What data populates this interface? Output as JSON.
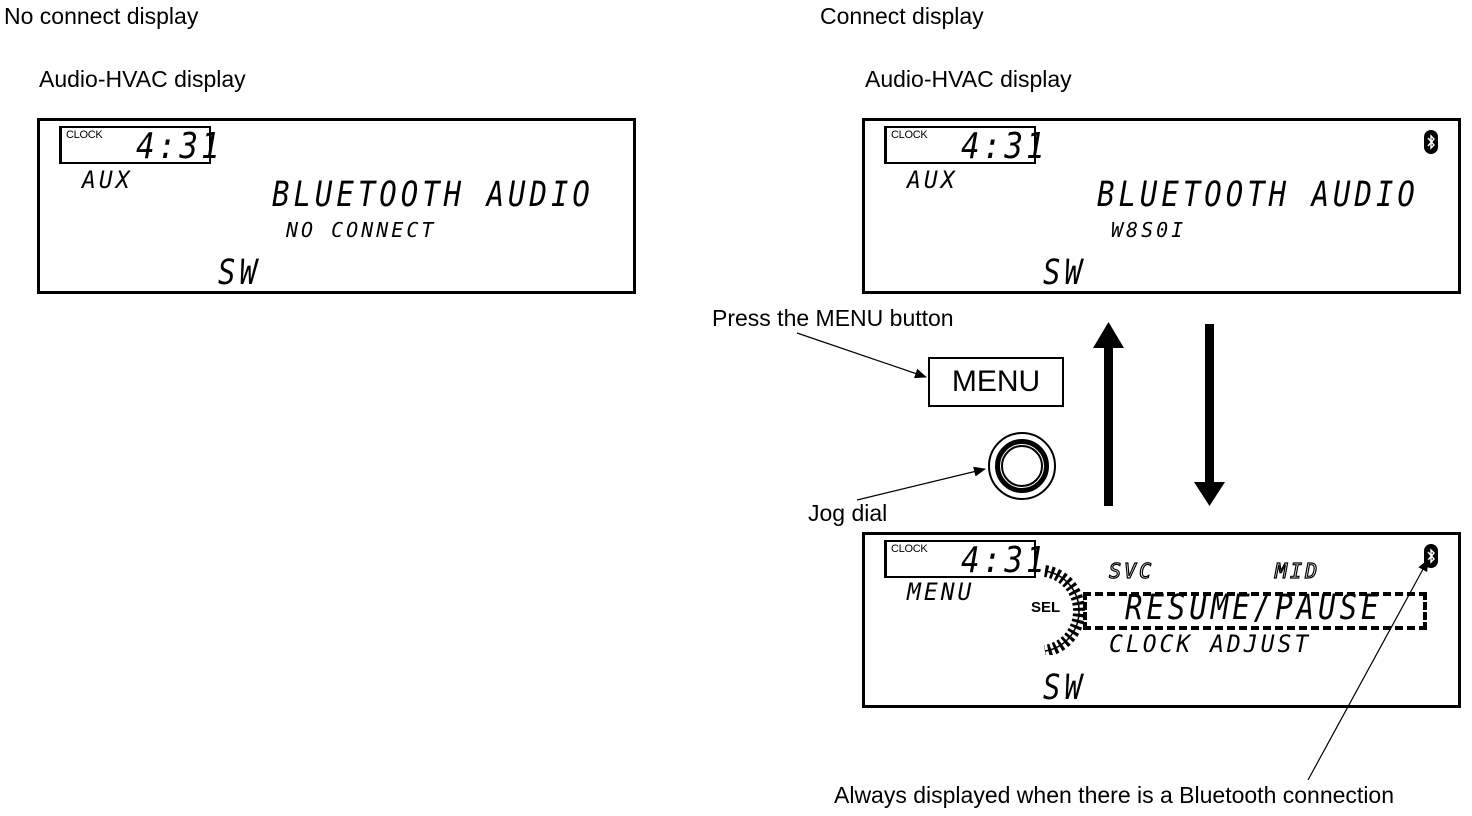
{
  "left": {
    "title": "No connect display",
    "subtitle": "Audio-HVAC display",
    "screen": {
      "clock_tag": "CLOCK",
      "clock_time": "4:31",
      "source": "AUX",
      "line1": "BLUETOOTH  AUDIO",
      "line2": "NO CONNECT",
      "footer": "SW"
    }
  },
  "right": {
    "title": "Connect display",
    "subtitle": "Audio-HVAC display",
    "screen_top": {
      "clock_tag": "CLOCK",
      "clock_time": "4:31",
      "source": "AUX",
      "line1": "BLUETOOTH  AUDIO",
      "line2": "W8S0I",
      "footer": "SW",
      "bluetooth_icon": "bluetooth-icon"
    },
    "screen_bottom": {
      "clock_tag": "CLOCK",
      "clock_time": "4:31",
      "mode": "MENU",
      "svc": "SVC",
      "mid": "MID",
      "sel": "SEL",
      "selected_item": "RESUME/PAUSE",
      "next_item": "CLOCK ADJUST",
      "footer": "SW",
      "bluetooth_icon": "bluetooth-icon"
    }
  },
  "callouts": {
    "press_menu": "Press the MENU button",
    "menu_button": "MENU",
    "jog_dial": "Jog dial",
    "bt_note": "Always displayed when there is a Bluetooth connection"
  }
}
